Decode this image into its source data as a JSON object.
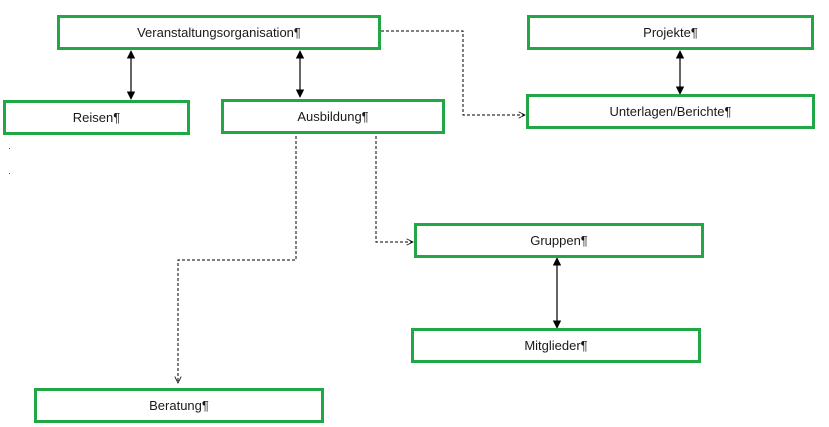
{
  "diagram": {
    "nodes": {
      "veranstaltung": "Veranstaltungsorganisation¶",
      "projekte": "Projekte¶",
      "reisen": "Reisen¶",
      "ausbildung": "Ausbildung¶",
      "unterlagen": "Unterlagen/Berichte¶",
      "gruppen": "Gruppen¶",
      "mitglieder": "Mitglieder¶",
      "beratung": "Beratung¶"
    },
    "edges": [
      {
        "from": "veranstaltung",
        "to": "reisen",
        "style": "solid",
        "direction": "both"
      },
      {
        "from": "veranstaltung",
        "to": "ausbildung",
        "style": "solid",
        "direction": "both"
      },
      {
        "from": "veranstaltung",
        "to": "unterlagen",
        "style": "dashed",
        "direction": "forward"
      },
      {
        "from": "projekte",
        "to": "unterlagen",
        "style": "solid",
        "direction": "both"
      },
      {
        "from": "ausbildung",
        "to": "gruppen",
        "style": "dashed",
        "direction": "forward"
      },
      {
        "from": "ausbildung",
        "to": "beratung",
        "style": "dashed",
        "direction": "forward"
      },
      {
        "from": "gruppen",
        "to": "mitglieder",
        "style": "solid",
        "direction": "both"
      }
    ],
    "colors": {
      "box_border": "#21a745",
      "connector": "#000000"
    }
  }
}
